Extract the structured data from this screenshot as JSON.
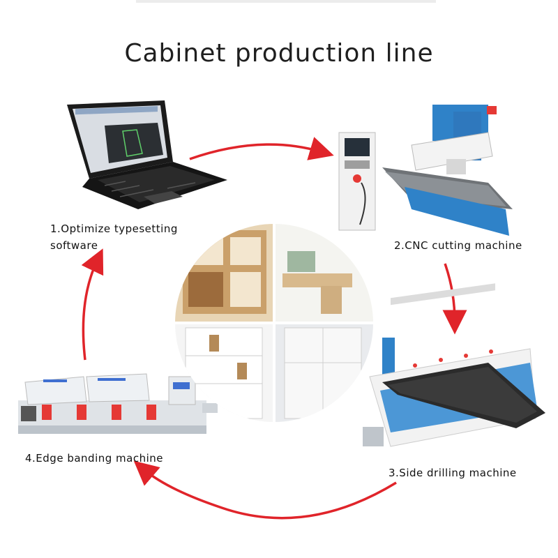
{
  "title": "Cabinet production line",
  "steps": [
    {
      "label": "1.Optimize typesetting software"
    },
    {
      "label": "2.CNC cutting machine"
    },
    {
      "label": "3.Side drilling machine"
    },
    {
      "label": "4.Edge banding machine"
    }
  ],
  "colors": {
    "arrow": "#e0242a",
    "machine_blue": "#3a86c4",
    "cabinet_wood": "#d6b07c"
  },
  "icons": [
    "laptop-icon",
    "cnc-machine-icon",
    "drilling-machine-icon",
    "edge-banding-machine-icon",
    "cabinet-collage"
  ]
}
